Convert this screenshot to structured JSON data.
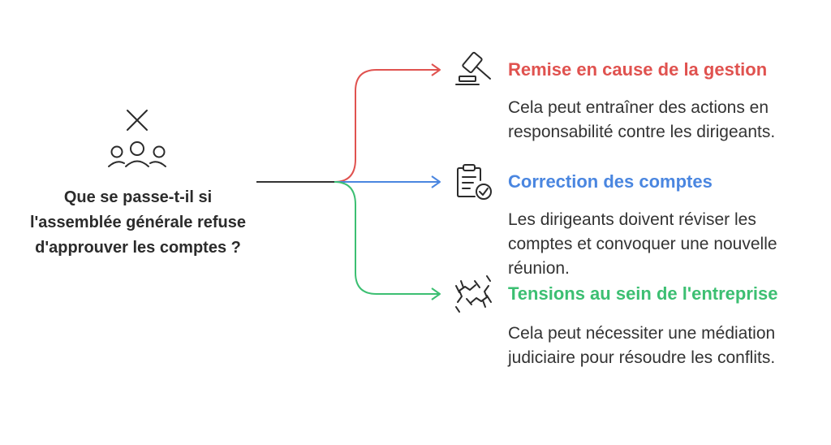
{
  "question": "Que se passe-t-il si l'assemblée générale refuse d'approuver les comptes ?",
  "branches": [
    {
      "title": "Remise en cause de la gestion",
      "description": "Cela peut entraîner des actions en responsabilité contre les dirigeants.",
      "color": "#e0524f",
      "icon": "gavel-icon"
    },
    {
      "title": "Correction des comptes",
      "description": "Les dirigeants doivent réviser les comptes et convoquer une nouvelle réunion.",
      "color": "#4a86e0",
      "icon": "clipboard-check-icon"
    },
    {
      "title": "Tensions au sein de l'entreprise",
      "description": "Cela peut nécessiter une médiation judiciaire pour résoudre les conflits.",
      "color": "#3cbf72",
      "icon": "conflict-hands-icon"
    }
  ],
  "colors": {
    "text": "#2b2b2b",
    "connector": "#333333"
  },
  "central_icon": "group-x-icon"
}
